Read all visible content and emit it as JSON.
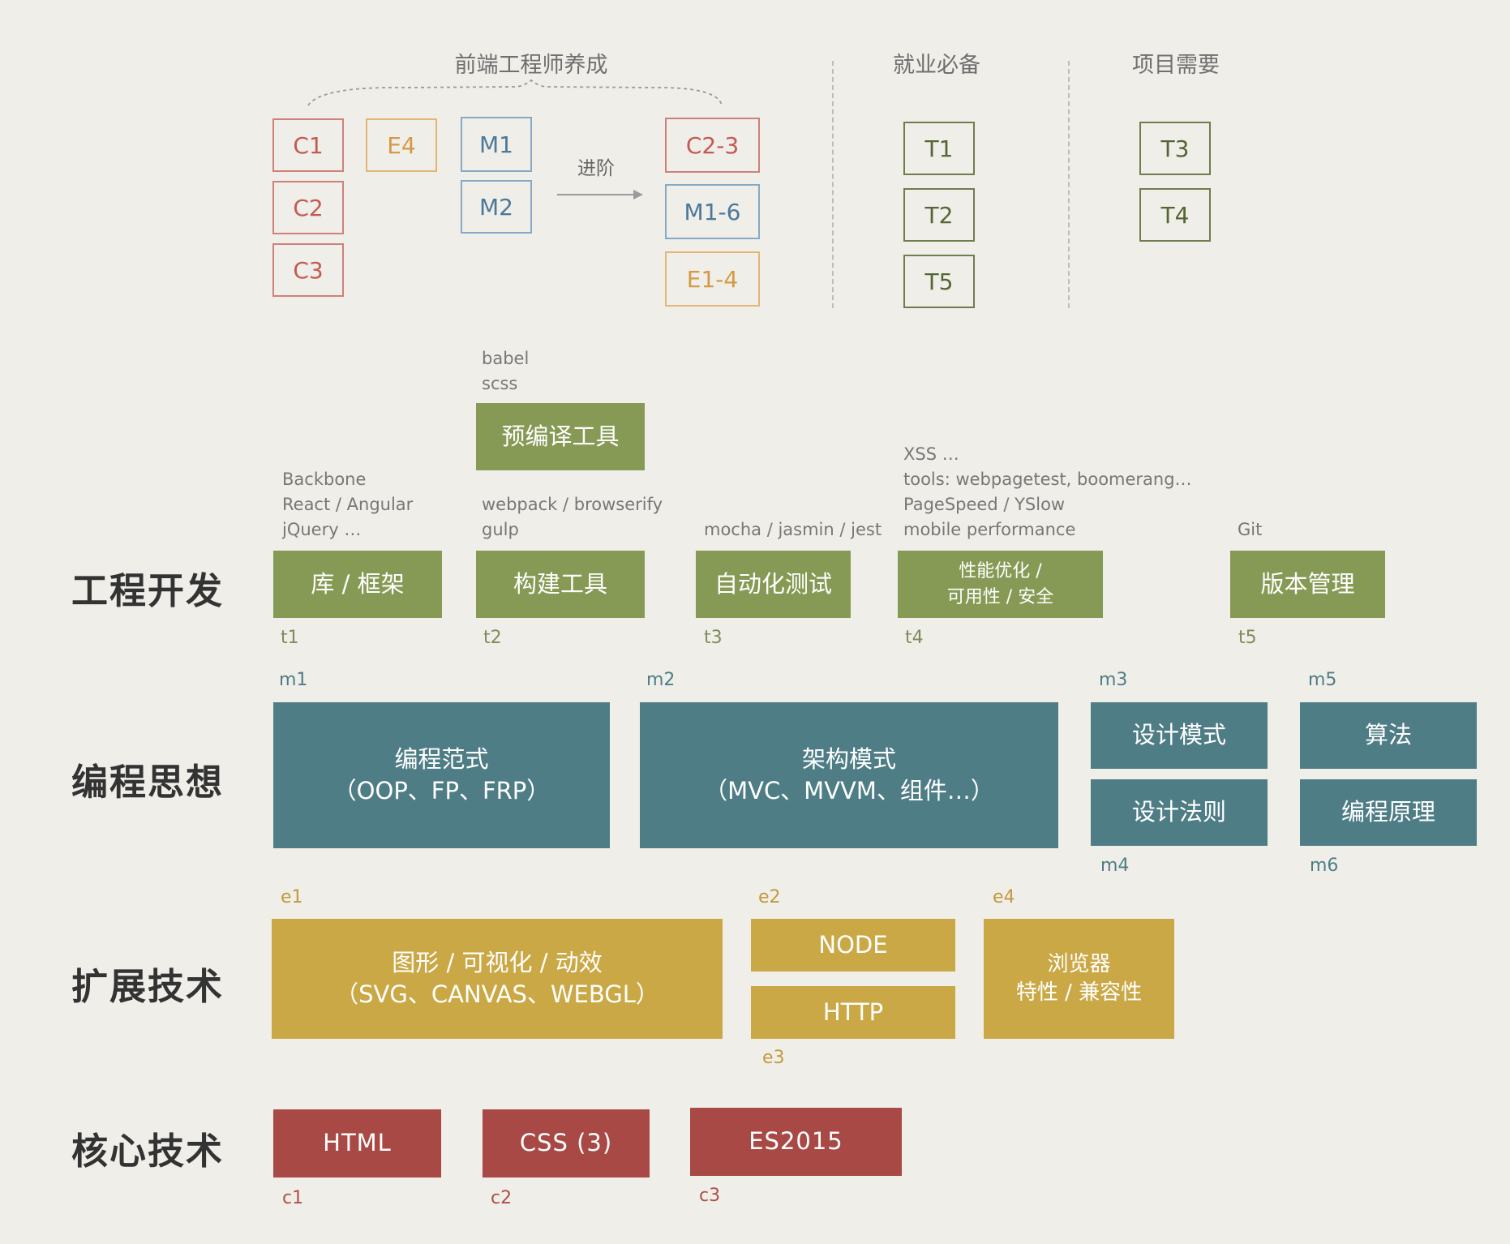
{
  "top": {
    "cultivation_title": "前端工程师养成",
    "employment_title": "就业必备",
    "project_title": "项目需要",
    "advance_label": "进阶",
    "left_boxes": {
      "c1": "C1",
      "c2": "C2",
      "c3": "C3",
      "e4": "E4",
      "m1": "M1",
      "m2": "M2"
    },
    "right_boxes": {
      "c23": "C2-3",
      "m16": "M1-6",
      "e14": "E1-4"
    },
    "employment_boxes": {
      "t1": "T1",
      "t2": "T2",
      "t5": "T5"
    },
    "project_boxes": {
      "t3": "T3",
      "t4": "T4"
    }
  },
  "rows": {
    "engineering": "工程开发",
    "thinking": "编程思想",
    "extension": "扩展技术",
    "core": "核心技术"
  },
  "engineering": {
    "precompile": {
      "label": "预编译工具",
      "note1": "babel",
      "note2": "scss"
    },
    "lib": {
      "label": "库 / 框架",
      "note1": "Backbone",
      "note2": "React / Angular",
      "note3": "jQuery …",
      "tag": "t1"
    },
    "build": {
      "label": "构建工具",
      "note1": "webpack / browserify",
      "note2": "gulp",
      "tag": "t2"
    },
    "test": {
      "label": "自动化测试",
      "note1": "mocha / jasmin / jest",
      "tag": "t3"
    },
    "perf": {
      "label1": "性能优化 /",
      "label2": "可用性 / 安全",
      "note1": "XSS …",
      "note2": "tools: webpagetest, boomerang…",
      "note3": "PageSpeed / YSlow",
      "note4": "mobile performance",
      "tag": "t4"
    },
    "vcs": {
      "label": "版本管理",
      "note1": "Git",
      "tag": "t5"
    }
  },
  "thinking": {
    "paradigm": {
      "line1": "编程范式",
      "line2": "（OOP、FP、FRP）",
      "tag": "m1"
    },
    "arch": {
      "line1": "架构模式",
      "line2": "（MVC、MVVM、组件…）",
      "tag": "m2"
    },
    "pattern": {
      "label": "设计模式",
      "tag": "m3"
    },
    "principle": {
      "label": "设计法则",
      "tag": "m4"
    },
    "algo": {
      "label": "算法",
      "tag": "m5"
    },
    "theory": {
      "label": "编程原理",
      "tag": "m6"
    }
  },
  "extension": {
    "graphics": {
      "line1": "图形 / 可视化 / 动效",
      "line2": "（SVG、CANVAS、WEBGL）",
      "tag": "e1"
    },
    "node": {
      "label": "NODE",
      "tag": "e2"
    },
    "http": {
      "label": "HTTP",
      "tag": "e3"
    },
    "browser": {
      "line1": "浏览器",
      "line2": "特性 / 兼容性",
      "tag": "e4"
    }
  },
  "core": {
    "html": {
      "label": "HTML",
      "tag": "c1"
    },
    "css": {
      "label": "CSS (3)",
      "tag": "c2"
    },
    "es": {
      "label": "ES2015",
      "tag": "c3"
    }
  },
  "colors": {
    "background": "#efeee9",
    "engineering": "#879a55",
    "thinking": "#4f7d86",
    "extension": "#cba846",
    "core": "#a84945"
  }
}
